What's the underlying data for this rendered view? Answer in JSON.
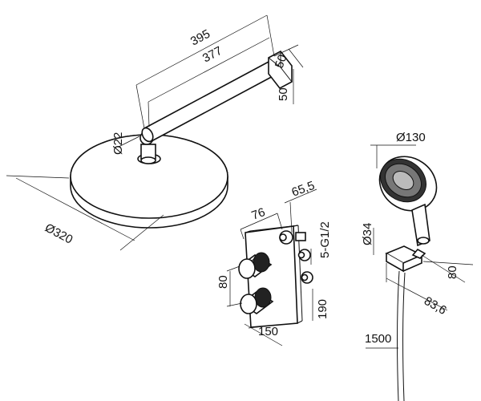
{
  "shower_head": {
    "arm_length_outer": "395",
    "arm_length_inner": "377",
    "wall_flange_width": "50",
    "wall_flange_height": "50",
    "connector_diameter": "Ø22",
    "head_diameter": "Ø320"
  },
  "mixer": {
    "depth": "76",
    "body_depth": "65,5",
    "thread": "5-G1/2",
    "knob_spacing": "80",
    "plate_width": "150",
    "plate_height": "190"
  },
  "hand_shower": {
    "head_diameter": "Ø130",
    "handle_diameter": "Ø34",
    "holder_depth": "80",
    "holder_width": "83,6",
    "hose_length": "1500"
  }
}
